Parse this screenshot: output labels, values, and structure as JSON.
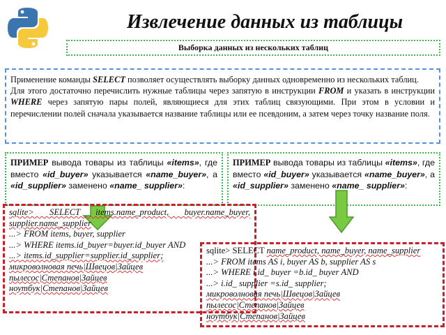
{
  "title": "Извлечение данных из таблицы",
  "subtitle": "Выборка данных из нескольких таблиц",
  "colors": {
    "python_blue": "#3a75b0",
    "python_yellow": "#f6c93c",
    "green_border": "#3cb54a",
    "blue_border": "#5b8fd6",
    "red_border": "#c8202a",
    "arrow_green": "#7ac943"
  },
  "description": {
    "s1": "Применение команды ",
    "kw1": "SELECT",
    "s2": " позволяет осуществлять выборку данных одновременно из нескольких таблиц.",
    "s3": "Для этого достаточно перечислить нужные таблицы через запятую в инструкции ",
    "kw2": "FROM",
    "s4": " и указать в инструкции ",
    "kw3": "WHERE",
    "s5": " через запятую пары полей, являющиеся для этих таблиц связующими. При этом в условии и перечислении полей сначала указывается название таблицы или ее псевдоним, а затем через точку название поля."
  },
  "examples": [
    {
      "label": "ПРИМЕР",
      "t1": " вывода товары из таблицы ",
      "items": "«items»",
      "t2": ", где вместо ",
      "id_buyer": "«id_buyer»",
      "t3": " указывается ",
      "name_buyer": "«name_buyer»",
      "t4": ", а ",
      "id_supplier": "«id_supplier»",
      "t5": " заменено ",
      "name_supplier": "«name_ supplier»",
      "t6": ":"
    },
    {
      "label": "ПРИМЕР",
      "t1": " вывода товары из таблицы ",
      "items": "«items»",
      "t2": ", где вместо ",
      "id_buyer": "«id_buyer»",
      "t3": " указывается ",
      "name_buyer": "«name_buyer»",
      "t4": ", а ",
      "id_supplier": "«id_supplier»",
      "t5": " заменено ",
      "name_supplier": "«name_ supplier»",
      "t6": ":"
    }
  ],
  "code_left": {
    "lines": [
      "sqlite>  SELECT  items.name_product,  buyer.name_buyer,",
      "supplier.name_supplier",
      "...> FROM items, buyer, supplier",
      "...> WHERE items.id_buyer=buyer.id_buyer AND",
      "...> items.id_supplier=supplier.id_supplier;",
      "микроволновая печь|Швецов|Зайцев",
      "пылесос|Степанов|Зайцев",
      "ноутбук|Степанов|Зайцев"
    ]
  },
  "code_right": {
    "prompt": "sqlite> SELECT ",
    "select_fields": "name_product, name_buyer, name_supplier",
    "lines": [
      "...> FROM items AS i, buyer AS b, supplier AS s",
      "...> WHERE i.id_ buyer =b.id_ buyer AND",
      "...> i.id_ supplier =s.id_ supplier;",
      "микроволновая печь|Швецов|Зайцев",
      "пылесос|Степанов|Зайцев",
      "ноутбук|Степанов|Зайцев"
    ]
  }
}
